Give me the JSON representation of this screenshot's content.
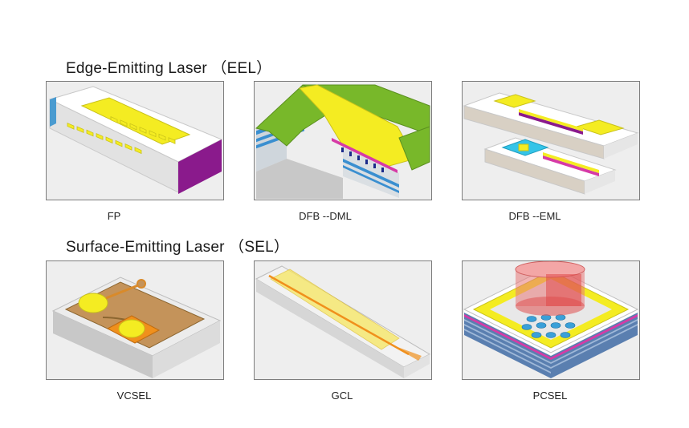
{
  "sections": {
    "eel": {
      "title": "Edge-Emitting Laser （EEL）"
    },
    "sel": {
      "title": "Surface-Emitting Laser （SEL）"
    }
  },
  "diagrams": {
    "fp": {
      "caption": "FP"
    },
    "dfb_dml": {
      "caption": "DFB --DML"
    },
    "dfb_eml": {
      "caption": "DFB --EML"
    },
    "vcsel": {
      "caption": "VCSEL"
    },
    "gcl": {
      "caption": "GCL"
    },
    "pcsel": {
      "caption": "PCSEL"
    }
  },
  "colors": {
    "electrode_yellow": "#f4ec22",
    "substrate_purple": "#8a1a8c",
    "facet_blue": "#4a9bd0",
    "ridge_green": "#78b82a",
    "magenta_layer": "#d63aa6",
    "cyan_pad": "#34c4e8",
    "copper_pad": "#c4935a",
    "orange_pad": "#f0901c",
    "pink_cylinder": "#e87878",
    "hole_blue": "#3aa0d8"
  }
}
